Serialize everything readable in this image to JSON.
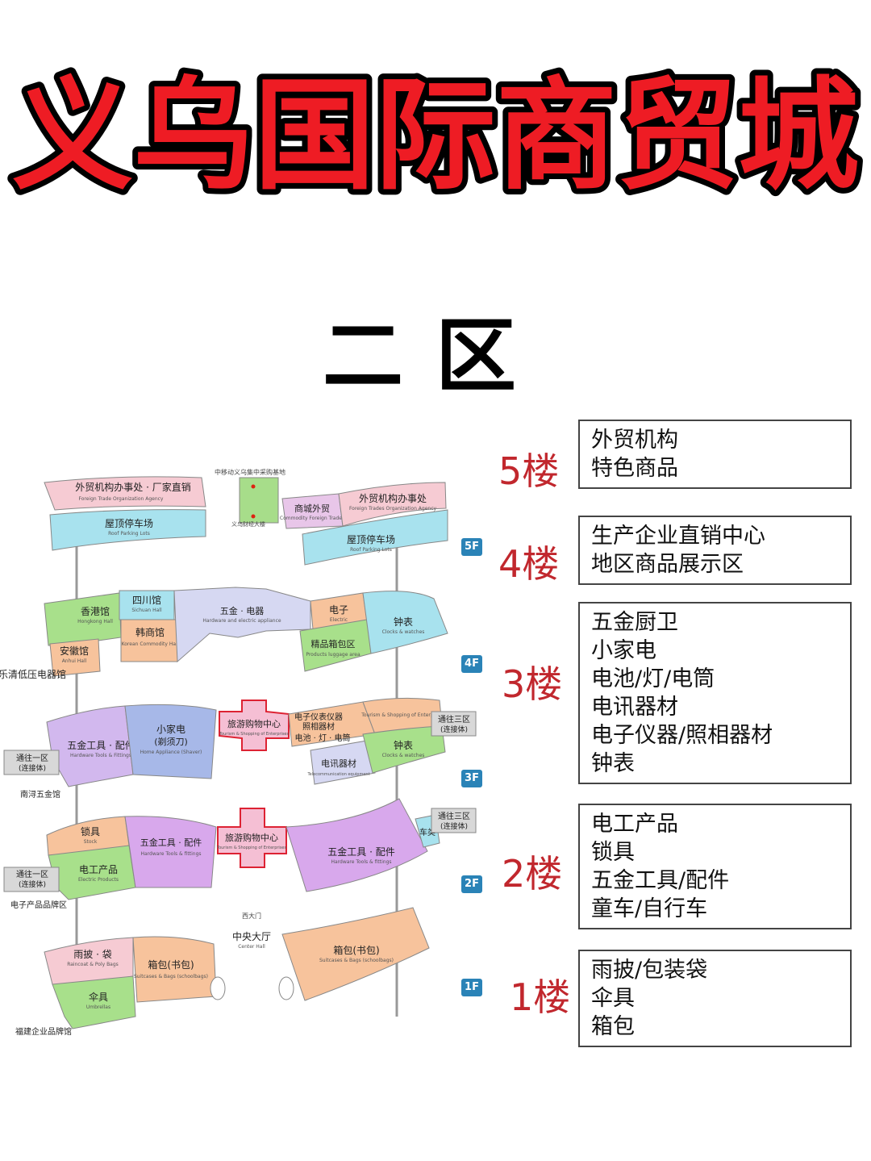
{
  "header": {
    "title": "义乌国际商贸城"
  },
  "zone": {
    "title": "二区"
  },
  "map": {
    "top_labels": {
      "fifth_left": "外贸机构办事处 · 厂家直销",
      "fifth_left_en": "Foreign Trade Organization Agency",
      "fifth_center_top": "中移动义乌集中采购基地",
      "fifth_center_bottom": "义乌财经大楼",
      "fifth_mall": "商城外贸",
      "fifth_mall_en": "Commodity Foreign Trades",
      "fifth_right": "外贸机构办事处",
      "fifth_right_en": "Foreign Trades Organization Agency",
      "roof_left": "屋顶停车场",
      "roof_left_en": "Roof Parking Lots",
      "roof_right": "屋顶停车场",
      "roof_right_en": "Roof Parking Lots"
    },
    "floor4": {
      "hongkong": "香港馆",
      "hongkong_en": "Hongkong Hall",
      "sichuan": "四川馆",
      "sichuan_en": "Sichuan Hall",
      "anhui": "安徽馆",
      "anhui_en": "Anhui Hall",
      "korea": "韩商馆",
      "korea_en": "Korean Commodity Hall",
      "hardware": "五金 · 电器",
      "hardware_en": "Hardware and electric appliance",
      "electric": "电子",
      "electric_en": "Electric",
      "luggage": "精品箱包区",
      "luggage_en": "Products luggage area",
      "clocks": "钟表",
      "clocks_en": "Clocks & watches",
      "side_left": "乐清低压电器馆"
    },
    "floor3": {
      "tools": "五金工具 · 配件",
      "tools_en": "Hardware Tools & Fittings",
      "small_appliance": "小家电",
      "small_appliance_sub": "(剃须刀)",
      "small_appliance_en": "Home Appliance (Shaver)",
      "tourism": "旅游购物中心",
      "tourism_en": "Tourism & Shopping of Enterprises",
      "instruments": "电子仪表仪器",
      "instruments_sub": "照相器材",
      "battery": "电池 · 灯 · 电筒",
      "tourism_right_en": "Tourism & Shopping of Enterprises",
      "telecom": "电讯器材",
      "telecom_en": "Telecommunication equipment",
      "clocks": "钟表",
      "clocks_en": "Clocks & watches",
      "side_left": "通往一区",
      "side_left_sub": "(连接体)",
      "side_right": "通往三区",
      "side_right_sub": "(连接体)",
      "side_bottom": "南浔五金馆"
    },
    "floor2": {
      "locks": "锁具",
      "locks_en": "Stock",
      "electric_products": "电工产品",
      "electric_products_en": "Electric Products",
      "tools_left": "五金工具 · 配件",
      "tools_left_en": "Hardware Tools & fittings",
      "tourism": "旅游购物中心",
      "tourism_en": "Tourism & Shopping of Enterprises",
      "tools_right": "五金工具 · 配件",
      "tools_right_en": "Hardware Tools & fittings",
      "bikes": "车类",
      "side_left": "通往一区",
      "side_left_sub": "(连接体)",
      "side_right": "通往三区",
      "side_right_sub": "(连接体)",
      "side_bottom": "电子产品品牌区"
    },
    "floor1": {
      "raincoat": "雨披 · 袋",
      "raincoat_en": "Raincoat & Poly Bags",
      "umbrellas": "伞具",
      "umbrellas_en": "Umbrellas",
      "bags": "箱包(书包)",
      "bags_en": "Suitcases & Bags (schoolbags)",
      "hall": "中央大厅",
      "hall_en": "Center Hall",
      "west_gate": "西大门",
      "bags_right": "箱包(书包)",
      "bags_right_en": "Suitcases & Bags (schoolbags)",
      "side_bottom": "福建企业品牌馆"
    },
    "badges": [
      "5F",
      "4F",
      "3F",
      "2F",
      "1F"
    ]
  },
  "floors": [
    {
      "label": "5楼",
      "items": [
        "外贸机构",
        "特色商品"
      ]
    },
    {
      "label": "4楼",
      "items": [
        "生产企业直销中心",
        "地区商品展示区"
      ]
    },
    {
      "label": "3楼",
      "items": [
        "五金厨卫",
        "小家电",
        "电池/灯/电筒",
        "电讯器材",
        "电子仪器/照相器材",
        "钟表"
      ]
    },
    {
      "label": "2楼",
      "items": [
        "电工产品",
        "锁具",
        "五金工具/配件",
        "童车/自行车"
      ]
    },
    {
      "label": "1楼",
      "items": [
        "雨披/包装袋",
        "伞具",
        "箱包"
      ]
    }
  ],
  "colors": {
    "title_red": "#ee1c24",
    "floor_label_red": "#c1272d",
    "badge_blue": "#2a83b7"
  }
}
